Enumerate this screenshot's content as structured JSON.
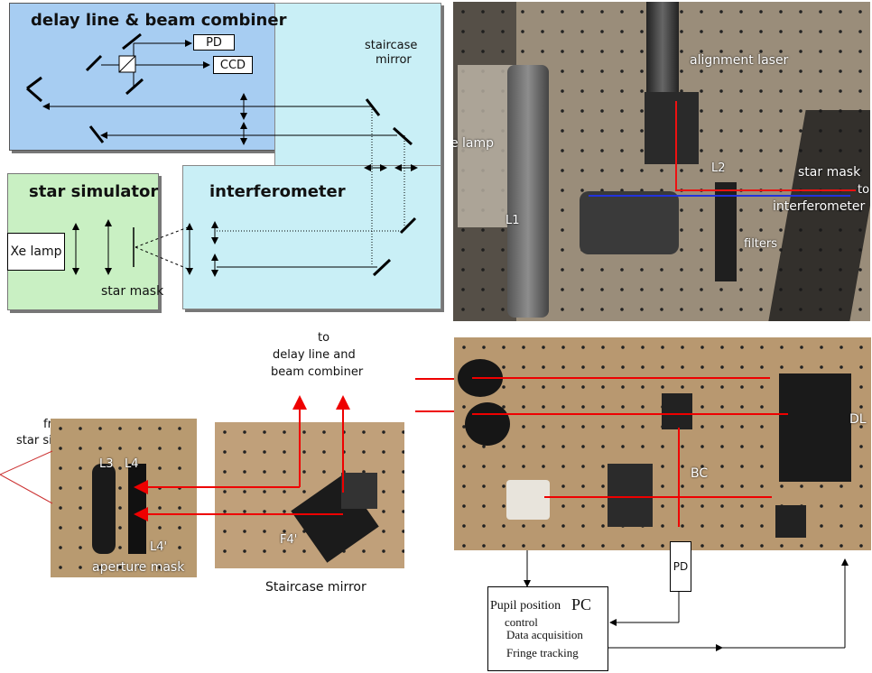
{
  "schematic": {
    "delay_block_title": "delay line & beam combiner",
    "pd_box": "PD",
    "ccd_box": "CCD",
    "staircase_label_1": "staircase",
    "staircase_label_2": "mirror",
    "star_block_title": "star simulator",
    "interferometer_title": "interferometer",
    "xe_lamp_box": "Xe lamp",
    "star_mask": "star mask"
  },
  "photo_top": {
    "alignment_laser": "alignment laser",
    "xe_lamp": "Xe lamp",
    "l1": "L1",
    "l2": "L2",
    "star_mask": "star mask",
    "to": "to",
    "interferometer": "interferometer",
    "filters": "filters"
  },
  "bottom_left": {
    "to": "to",
    "delay_line_and": "delay line and",
    "beam_combiner": "beam combiner",
    "from": "from",
    "star_simulator": "star simulator",
    "l3": "L3",
    "l4_top": "L4",
    "l4_bottom": "L4'",
    "aperture_mask": "aperture mask",
    "f4": "F4'",
    "staircase_mirror": "Staircase mirror"
  },
  "bottom_right": {
    "dl": "DL",
    "bc": "BC",
    "pd": "PD",
    "pupil_position": "Pupil position",
    "pc": "PC",
    "control": "control",
    "data_acquisition": "Data acquisition",
    "fringe_tracking": "Fringe tracking"
  }
}
